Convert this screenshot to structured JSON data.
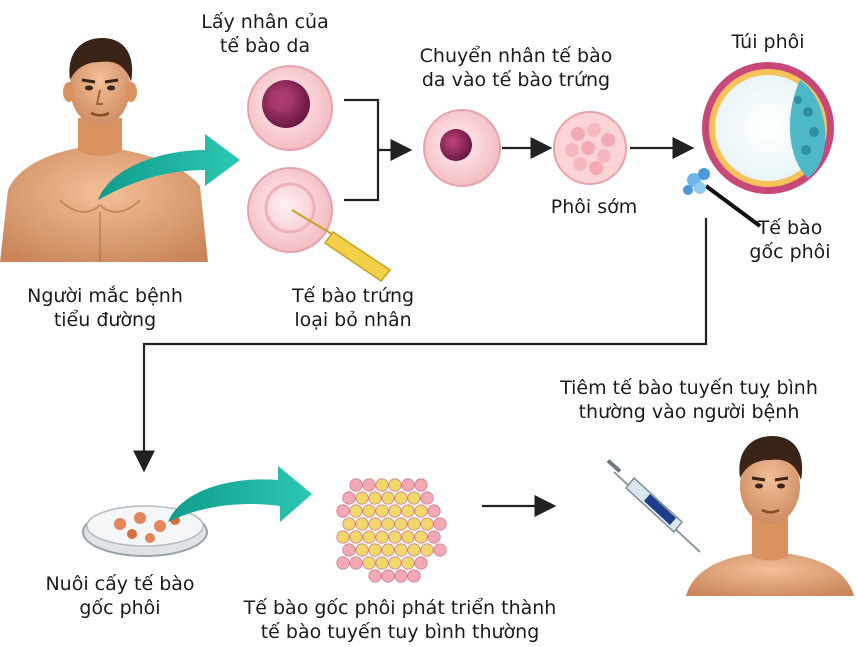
{
  "labels": {
    "patient": [
      "Người mắc bệnh",
      "tiểu đường"
    ],
    "skin_nucleus": [
      "Lấy nhân của",
      "tế bào da"
    ],
    "egg_cell": [
      "Tế bào trứng",
      "loại bỏ nhân"
    ],
    "transfer": [
      "Chuyển nhân tế bào",
      "da vào tế bào trứng"
    ],
    "early_embryo": [
      "Phôi sớm"
    ],
    "blastocyst": [
      "Túi phôi"
    ],
    "stem_cell": [
      "Tế bào",
      "gốc phôi"
    ],
    "injection": [
      "Tiêm tế bào tuyến tuỵ bình",
      "thường vào người bệnh"
    ],
    "culture": [
      "Nuôi cấy tế bào",
      "gốc phôi"
    ],
    "develop": [
      "Tế bào gốc phôi phát triển thành",
      "tế bào tuyến tuy bình thường"
    ]
  },
  "colors": {
    "skin": "#e8a67d",
    "skin_shade": "#c97f55",
    "hair": "#3a2418",
    "teal_arrow": "#1fb5a3",
    "cell_pink": "#f7c9c9",
    "nucleus_purple": "#8e2a5b",
    "yellow_pipette": "#f2d04a",
    "arrow": "#222222"
  },
  "icons": [
    "man-patient-icon",
    "teal-curved-arrow-icon",
    "skin-cell-icon",
    "enucleated-egg-icon",
    "pipette-icon",
    "fused-cell-icon",
    "early-embryo-icon",
    "blastocyst-icon",
    "stem-cell-cluster-icon",
    "petri-dish-icon",
    "pancreatic-cell-cluster-icon",
    "syringe-icon"
  ]
}
